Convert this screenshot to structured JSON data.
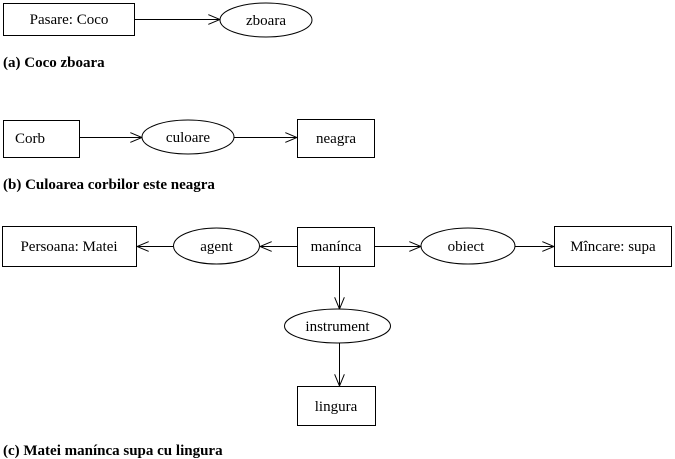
{
  "panels": [
    {
      "caption": "(a)  Coco zboara",
      "nodes": {
        "pasare": "Pasare: Coco",
        "zboara": "zboara"
      }
    },
    {
      "caption": "(b)  Culoarea corbilor este neagra",
      "nodes": {
        "corb": "Corb",
        "culoare": "culoare",
        "neagra": "neagra"
      }
    },
    {
      "caption": "(c)  Matei manínca supa cu lingura",
      "nodes": {
        "persoana": "Persoana: Matei",
        "agent": "agent",
        "manninca": "manínca",
        "obiect": "obiect",
        "mincare": "Mîncare: supa",
        "instrument": "instrument",
        "lingura": "lingura"
      }
    }
  ]
}
